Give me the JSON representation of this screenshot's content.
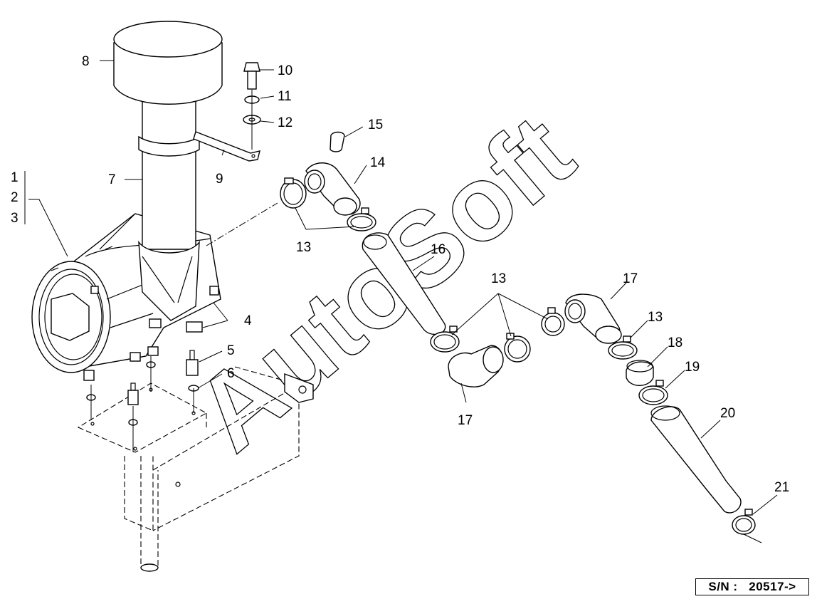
{
  "diagram": {
    "watermark": "AutoSoft",
    "serial_number": "S/N :   20517->",
    "callouts": [
      {
        "id": "c1",
        "text": "1"
      },
      {
        "id": "c2",
        "text": "2"
      },
      {
        "id": "c3",
        "text": "3"
      },
      {
        "id": "c4",
        "text": "4"
      },
      {
        "id": "c5",
        "text": "5"
      },
      {
        "id": "c6",
        "text": "6"
      },
      {
        "id": "c7",
        "text": "7"
      },
      {
        "id": "c8",
        "text": "8"
      },
      {
        "id": "c9",
        "text": "9"
      },
      {
        "id": "c10",
        "text": "10"
      },
      {
        "id": "c11",
        "text": "11"
      },
      {
        "id": "c12",
        "text": "12"
      },
      {
        "id": "c13a",
        "text": "13"
      },
      {
        "id": "c13b",
        "text": "13"
      },
      {
        "id": "c13c",
        "text": "13"
      },
      {
        "id": "c14",
        "text": "14"
      },
      {
        "id": "c15",
        "text": "15"
      },
      {
        "id": "c16",
        "text": "16"
      },
      {
        "id": "c17a",
        "text": "17"
      },
      {
        "id": "c17b",
        "text": "17"
      },
      {
        "id": "c18",
        "text": "18"
      },
      {
        "id": "c19",
        "text": "19"
      },
      {
        "id": "c20",
        "text": "20"
      },
      {
        "id": "c21",
        "text": "21"
      }
    ]
  }
}
